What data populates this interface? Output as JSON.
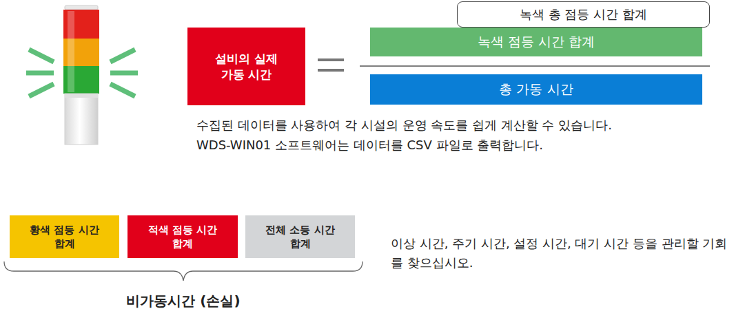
{
  "diagram": {
    "nodes": [
      {
        "text": [
          "설비의 실제 가동 시간"
        ]
      },
      {
        "text": [
          "녹색 총 점등 시간 합계"
        ]
      },
      {
        "text": [
          "녹색 점등 시간 합계"
        ]
      },
      {
        "text": [
          "총 가동 시간"
        ]
      },
      {
        "text": [
          "황색 점등 시간 합계"
        ]
      },
      {
        "text": [
          "적색 점등 시간 합계"
        ]
      },
      {
        "text": [
          "전체 소등 시간 합계"
        ]
      }
    ],
    "labels": [
      "수집된 데이터를 사용하여 각 시설의 운영 속도를 쉽게 계산할 수 있습니다.",
      "WDS-WIN01 소프트웨어는 데이터를 CSV 파일로 출력합니다.",
      "비가동시간 (손실)",
      "이상 시간, 주기 시간, 설정 시간, 대기 시간 등을 관리할 기회를 찾으십시오."
    ]
  }
}
